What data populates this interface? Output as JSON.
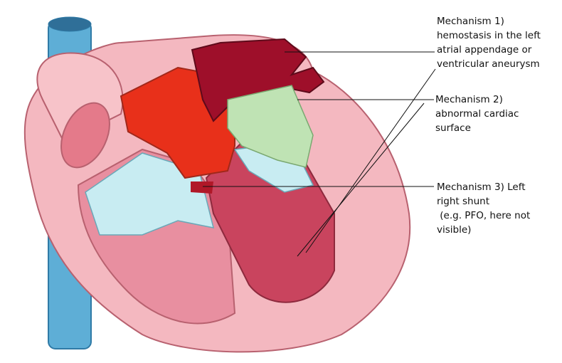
{
  "labels": {
    "mechanism1": [
      "Mechanism 1)",
      "hemostasis in the left",
      "atrial appendage or",
      "ventricular aneurysm"
    ],
    "mechanism2": [
      "Mechanism 2)",
      "abnormal cardiac",
      "surface"
    ],
    "mechanism3": [
      "Mechanism 3) Left",
      "right shunt",
      " (e.g. PFO, here not",
      "visible)"
    ]
  },
  "colors": {
    "vessel": "#5eaed6",
    "myocardium": "#f4b8c0",
    "chamber": "#c9445e",
    "thrombus_red": "#e8301a",
    "thrombus_dark": "#9e0f2a",
    "thrombus_green": "#bfe3b4",
    "valve": "#c8ecf2"
  }
}
